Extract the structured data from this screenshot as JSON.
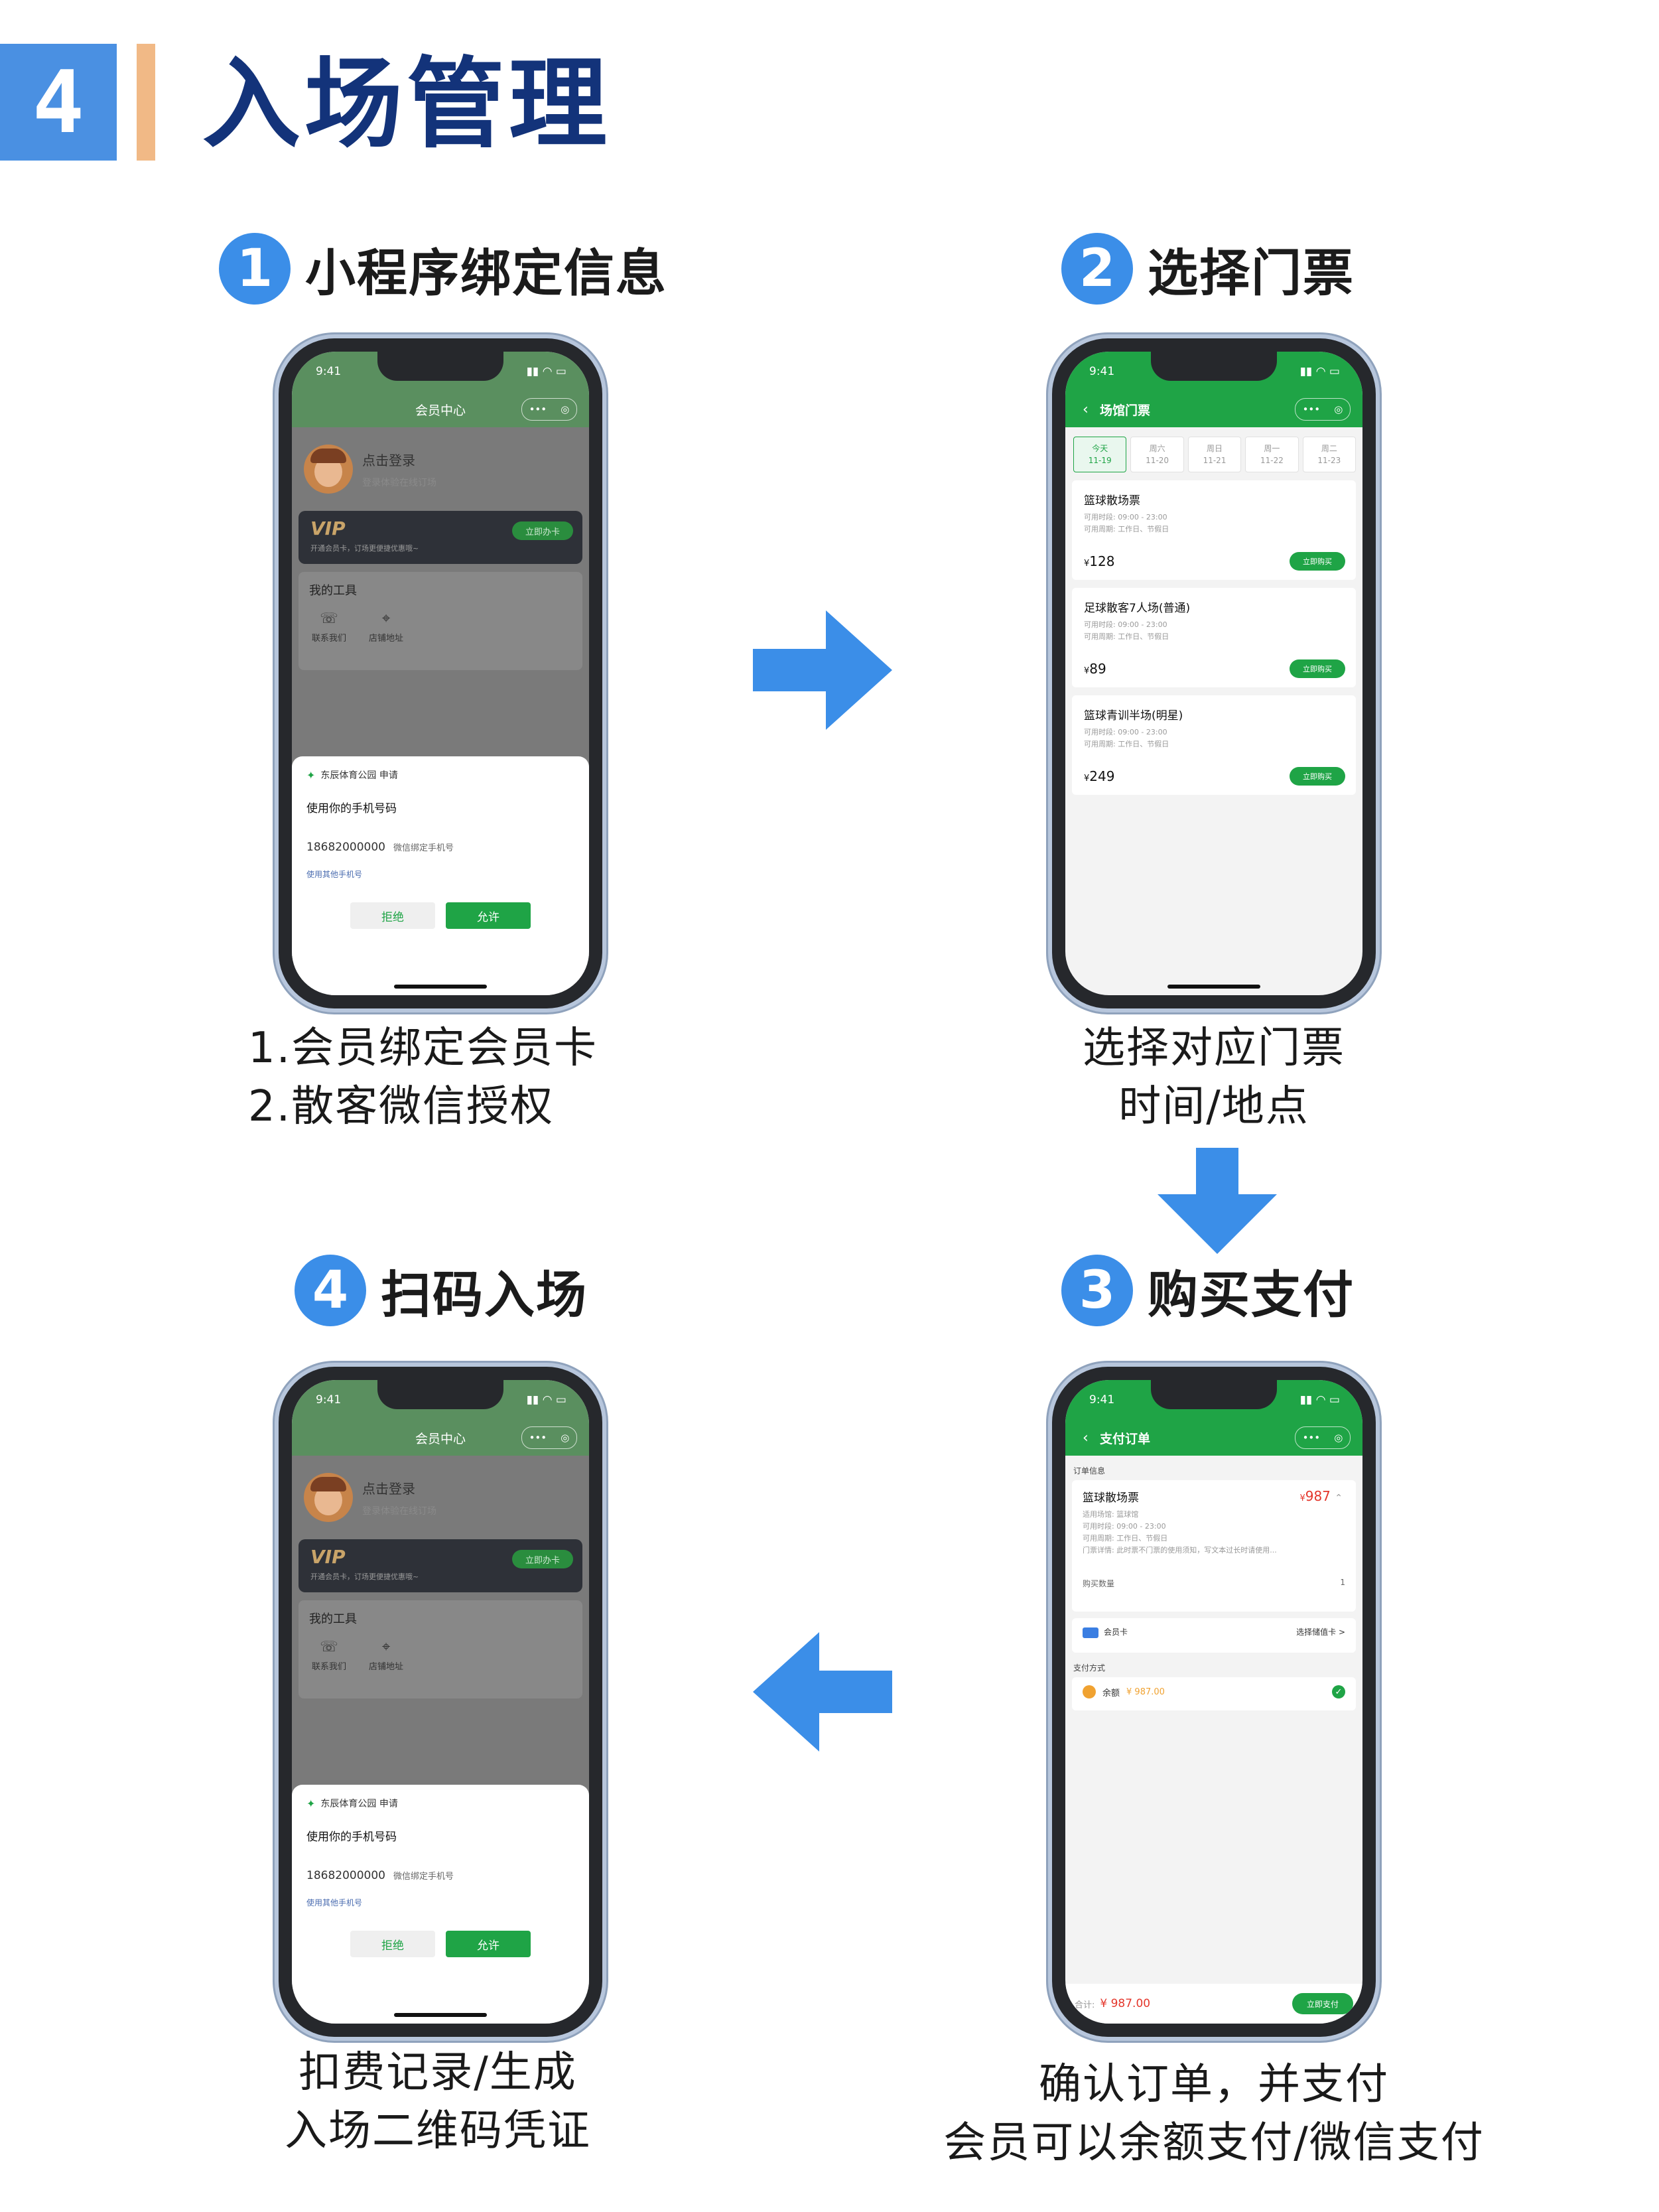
{
  "header": {
    "number": "4",
    "title": "入场管理"
  },
  "steps": [
    {
      "num": "1",
      "title": "小程序绑定信息",
      "caption_line1": "1.会员绑定会员卡",
      "caption_line2": "2.散客微信授权"
    },
    {
      "num": "2",
      "title": "选择门票",
      "caption_line1": "选择对应门票",
      "caption_line2": "时间/地点"
    },
    {
      "num": "3",
      "title": "购买支付",
      "caption_line1": "确认订单，并支付",
      "caption_line2": "会员可以余额支付/微信支付"
    },
    {
      "num": "4",
      "title": "扫码入场",
      "caption_line1": "扣费记录/生成",
      "caption_line2": "入场二维码凭证"
    }
  ],
  "phone_common": {
    "time": "9:41",
    "capsule_dots": "•••",
    "capsule_target": "◎"
  },
  "member_screen": {
    "nav_title": "会员中心",
    "login_title": "点击登录",
    "login_sub": "登录体验在线订场",
    "vip_logo": "VIP",
    "vip_sub": "开通会员卡，订场更便捷优惠哦~",
    "vip_button": "立即办卡",
    "tools_title": "我的工具",
    "tool_contact": "联系我们",
    "tool_address": "店铺地址",
    "auth_app": "东辰体育公园 申请",
    "auth_title": "使用你的手机号码",
    "auth_phone": "18682000000",
    "auth_phone_note": "微信绑定手机号",
    "auth_other": "使用其他手机号",
    "btn_deny": "拒绝",
    "btn_allow": "允许"
  },
  "ticket_screen": {
    "nav_title": "场馆门票",
    "dates": [
      {
        "day": "今天",
        "date": "11-19"
      },
      {
        "day": "周六",
        "date": "11-20"
      },
      {
        "day": "周日",
        "date": "11-21"
      },
      {
        "day": "周一",
        "date": "11-22"
      },
      {
        "day": "周二",
        "date": "11-23"
      }
    ],
    "tickets": [
      {
        "name": "篮球散场票",
        "line1": "可用时段: 09:00 - 23:00",
        "line2": "可用周期: 工作日、节假日",
        "currency": "¥",
        "price": "128",
        "button": "立即购买"
      },
      {
        "name": "足球散客7人场(普通)",
        "line1": "可用时段: 09:00 - 23:00",
        "line2": "可用周期: 工作日、节假日",
        "currency": "¥",
        "price": "89",
        "button": "立即购买"
      },
      {
        "name": "篮球青训半场(明星)",
        "line1": "可用时段: 09:00 - 23:00",
        "line2": "可用周期: 工作日、节假日",
        "currency": "¥",
        "price": "249",
        "button": "立即购买"
      }
    ]
  },
  "order_screen": {
    "nav_title": "支付订单",
    "section_order": "订单信息",
    "item_name": "篮球散场票",
    "currency": "¥",
    "item_price": "987",
    "line1": "适用场馆: 篮球馆",
    "line2": "可用时段: 09:00 - 23:00",
    "line3": "可用周期: 工作日、节假日",
    "line4": "门票详情: 此时票不门票的使用须知，写文本过长时请使用...",
    "qty_label": "购买数量",
    "qty_value": "1",
    "member_card_label": "会员卡",
    "member_card_action": "选择储值卡 >",
    "section_pay": "支付方式",
    "pay_method": "余额",
    "pay_amount": "¥ 987.00",
    "total_label": "合计:",
    "total_value": "¥ 987.00",
    "pay_button": "立即支付"
  },
  "colors": {
    "accent_blue": "#4a90e2",
    "title_navy": "#13337a",
    "miniapp_green": "#1fa446",
    "arrow_blue": "#3b8ee8",
    "accent_orange": "#f1b986"
  }
}
